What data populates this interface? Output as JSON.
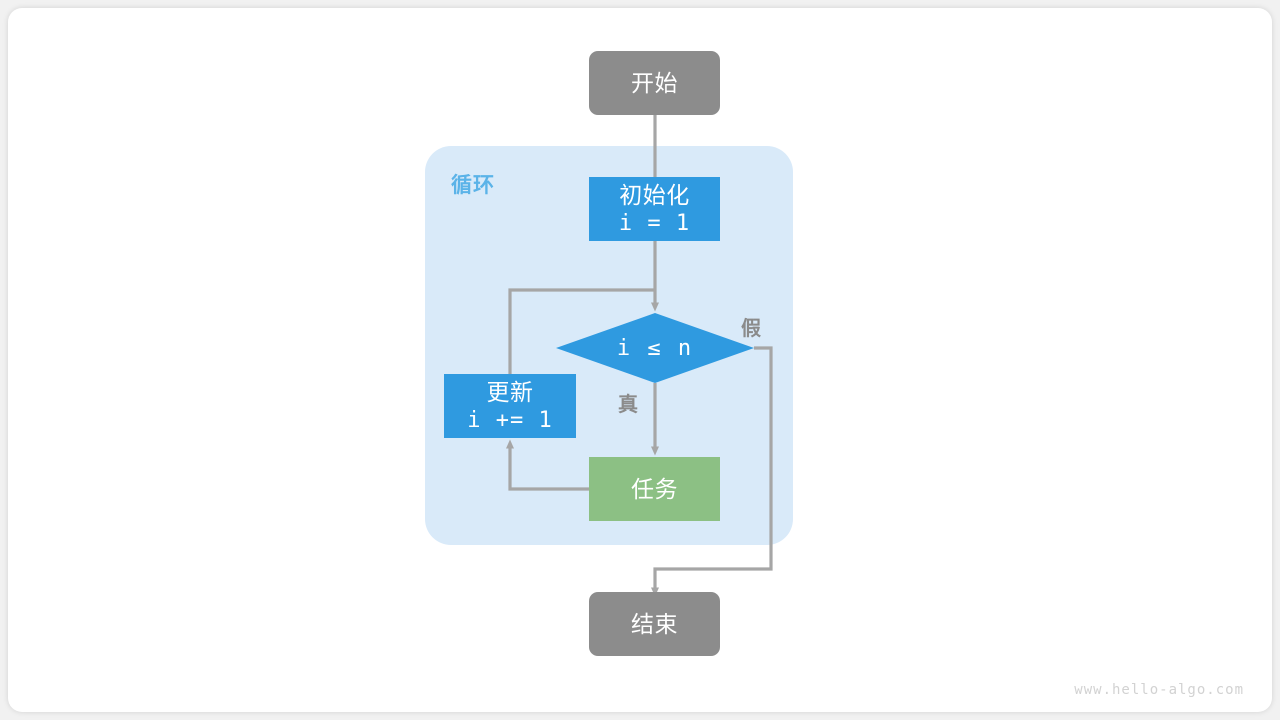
{
  "theme": {
    "page_background": "#f1f1f1",
    "card_background": "#ffffff",
    "terminal_color": "#8c8c8c",
    "process_color": "#2f9ae0",
    "task_color": "#8cc084",
    "loop_container_color": "#d9eaf9",
    "loop_label_color": "#5bb3e8",
    "wire_color": "#a6a6a6",
    "branch_label_color": "#8b8b8b",
    "node_text_color": "#ffffff",
    "watermark_color": "#d2d2d2"
  },
  "diagram": {
    "title": "",
    "watermark": "www.hello-algo.com",
    "loop_container": {
      "label": "循环"
    },
    "nodes": {
      "start": {
        "label": "开始",
        "shape": "terminal"
      },
      "init": {
        "line1": "初始化",
        "line2": "i = 1",
        "shape": "rect"
      },
      "condition": {
        "label": "i ≤ n",
        "shape": "diamond"
      },
      "update": {
        "line1": "更新",
        "line2": "i += 1",
        "shape": "rect"
      },
      "task": {
        "label": "任务",
        "shape": "rect"
      },
      "end": {
        "label": "结束",
        "shape": "terminal"
      }
    },
    "edge_labels": {
      "true_branch": "真",
      "false_branch": "假"
    }
  }
}
